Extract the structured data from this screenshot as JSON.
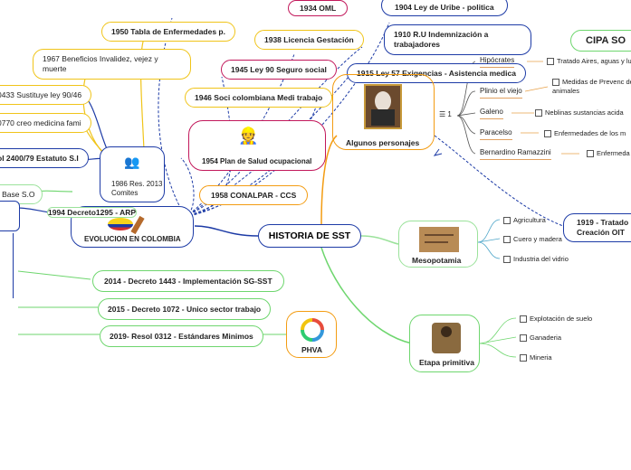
{
  "central": "HISTORIA DE SST",
  "left_branch": {
    "title": "EVOLUCION EN COLOMBIA",
    "nodes": [
      "1950 Tabla de Enfermedades p.",
      "1967 Beneficios Invalidez, vejez y muerte",
      "1994  Decreto1295 - ARP",
      "1986 Res. 2013 Comites",
      "1954 Plan de Salud  ocupacional",
      "1958  CONALPAR - CCS",
      "1946 Soci colombiana Medi trabajo",
      "1945 Ley 90 Seguro social",
      "1938 Licencia Gestación",
      "1934  OML",
      "1904  Ley de Uribe - politica",
      "1910  R.U Indemnización a trabajadores",
      "1915  Ley 57 Exigencias - Asistencia medica"
    ],
    "cut_nodes": [
      "0433 Sustituye ley 90/46",
      "0770 creo medicina fami",
      "ol 2400/79 Estatuto S.I",
      "4 Base S.O"
    ]
  },
  "recent": [
    "2014 - Decreto 1443 - Implementación SG-SST",
    "2015 - Decreto 1072 -  Unico sector trabajo",
    "2019- Resol 0312 - Estándares Minimos"
  ],
  "phva": "PHVA",
  "personajes": {
    "title": "Algunos personajes",
    "count": "1",
    "people": [
      {
        "name": "Hipócrates",
        "note": "Tratado Aires, aguas y lu"
      },
      {
        "name": "Plinio el viejo",
        "note": "Medidas de Prevenc de animales"
      },
      {
        "name": "Galeno",
        "note": "Neblinas sustancias acida"
      },
      {
        "name": "Paracelso",
        "note": "Enfermedades de los m"
      },
      {
        "name": "Bernardino Ramazzini",
        "note": "Enfermeda"
      }
    ]
  },
  "cipa": "CIPA  SO",
  "tratado": "1919 - Tratado Creación OIT",
  "mesopotamia": {
    "title": "Mesopotamia",
    "items": [
      "Agricultura",
      "Cuero y madera",
      "Industria del vidrio"
    ]
  },
  "primitiva": {
    "title": "Etapa primitiva",
    "items": [
      "Explotación de suelo",
      "Ganaderia",
      "Mineria"
    ]
  },
  "colors": {
    "yellow": "#f0c419",
    "blue": "#1d3ba6",
    "green": "#6ed66e",
    "red": "#c2185b",
    "orange": "#f39c12"
  }
}
